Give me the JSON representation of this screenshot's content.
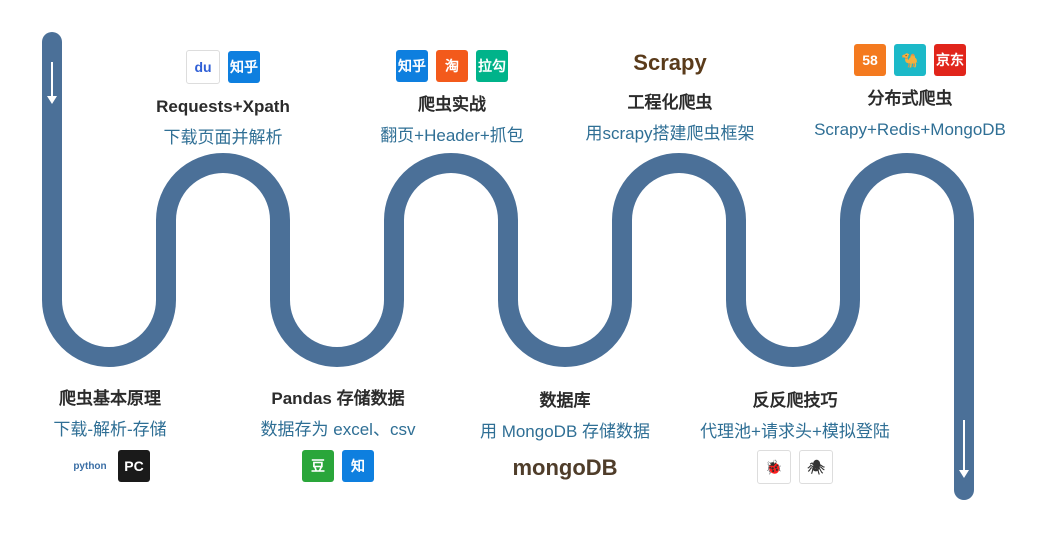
{
  "stops": [
    {
      "id": "requests",
      "title": "Requests+Xpath",
      "subtitle": "下载页面并解析",
      "logos": [
        {
          "name": "baidu-logo",
          "text": "du",
          "bg": "#ffffff",
          "fg": "#2f5fd6"
        },
        {
          "name": "zhihu-logo",
          "text": "知乎",
          "bg": "#0e7fdf",
          "fg": "#ffffff"
        }
      ]
    },
    {
      "id": "crawler-practice",
      "title": "爬虫实战",
      "subtitle": "翻页+Header+抓包",
      "logos": [
        {
          "name": "zhihu-logo",
          "text": "知乎",
          "bg": "#0e7fdf",
          "fg": "#ffffff"
        },
        {
          "name": "taobao-logo",
          "text": "淘",
          "bg": "#f35a1b",
          "fg": "#ffffff"
        },
        {
          "name": "lagou-logo",
          "text": "拉勾",
          "bg": "#00b38a",
          "fg": "#ffffff"
        }
      ]
    },
    {
      "id": "engineering",
      "title": "工程化爬虫",
      "subtitle": "用scrapy搭建爬虫框架",
      "logos": [
        {
          "name": "scrapy-logo",
          "text": "Scrapy",
          "bg": "#ffffff",
          "fg": "#5a3b1b"
        }
      ]
    },
    {
      "id": "distributed",
      "title": "分布式爬虫",
      "subtitle": "Scrapy+Redis+MongoDB",
      "logos": [
        {
          "name": "58-logo",
          "text": "58",
          "bg": "#f47a1f",
          "fg": "#ffffff"
        },
        {
          "name": "qunar-logo",
          "text": "🐪",
          "bg": "#1cb9c8",
          "fg": "#ffffff"
        },
        {
          "name": "jd-logo",
          "text": "京东",
          "bg": "#e1251b",
          "fg": "#ffffff"
        }
      ]
    },
    {
      "id": "basics",
      "title": "爬虫基本原理",
      "subtitle": "下载-解析-存储",
      "logos": [
        {
          "name": "python-logo",
          "text": "python",
          "bg": "#ffffff",
          "fg": "#3a6ea5"
        },
        {
          "name": "pycharm-logo",
          "text": "PC",
          "bg": "#1a1a1a",
          "fg": "#ffffff"
        }
      ]
    },
    {
      "id": "pandas",
      "title": "Pandas 存储数据",
      "subtitle": "数据存为 excel、csv",
      "logos": [
        {
          "name": "douban-logo",
          "text": "豆",
          "bg": "#2aa63a",
          "fg": "#ffffff"
        },
        {
          "name": "zhihu-logo",
          "text": "知",
          "bg": "#0e7fdf",
          "fg": "#ffffff"
        }
      ]
    },
    {
      "id": "database",
      "title": "数据库",
      "subtitle": "用 MongoDB 存储数据",
      "logos": [
        {
          "name": "mongodb-logo",
          "text": "mongoDB",
          "bg": "#ffffff",
          "fg": "#4f3d2a"
        }
      ]
    },
    {
      "id": "anti-crawl",
      "title": "反反爬技巧",
      "subtitle": "代理池+请求头+模拟登陆",
      "logos": [
        {
          "name": "bug-logo",
          "text": "🐞",
          "bg": "#ffffff",
          "fg": "#e34a1f"
        },
        {
          "name": "spider-logo",
          "text": "🕷",
          "bg": "#ffffff",
          "fg": "#333333"
        }
      ]
    }
  ],
  "colors": {
    "track": "#4b7098",
    "title": "#2b2b2b",
    "subtitle": "#2f6f95"
  }
}
